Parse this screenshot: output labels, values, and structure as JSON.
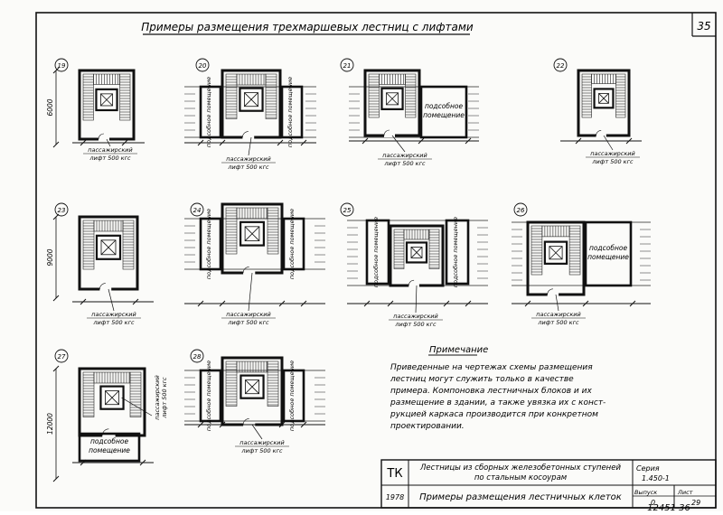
{
  "sheet": {
    "title": "Примеры размещения трехмаршевых лестниц с лифтами",
    "page_number": "35",
    "inventory_number": "12451   36"
  },
  "diagrams": [
    {
      "id": "d19",
      "number": "19",
      "dimension": "6000",
      "caption": [
        "пассажирский",
        "лифт 500 кгс"
      ],
      "rooms": []
    },
    {
      "id": "d20",
      "number": "20",
      "caption": [
        "пассажирский",
        "лифт 500 кгс"
      ],
      "rooms": [
        "подсобное помещение",
        "подсобное помещение"
      ]
    },
    {
      "id": "d21",
      "number": "21",
      "caption": [
        "пассажирский",
        "лифт 500 кгс"
      ],
      "rooms": [
        "подсобное",
        "помещение"
      ]
    },
    {
      "id": "d22",
      "number": "22",
      "caption": [
        "пассажирский",
        "лифт 500 кгс"
      ],
      "rooms": []
    },
    {
      "id": "d23",
      "number": "23",
      "dimension": "9000",
      "caption": [
        "пассажирский",
        "лифт 500 кгс"
      ],
      "rooms": []
    },
    {
      "id": "d24",
      "number": "24",
      "caption": [
        "пассажирский",
        "лифт 500 кгс"
      ],
      "rooms": [
        "подсобное помещение",
        "подсобное помещение"
      ]
    },
    {
      "id": "d25",
      "number": "25",
      "caption": [
        "пассажирский",
        "лифт 500 кгс"
      ],
      "rooms": [
        "подсобное помещение",
        "подсобное помещение"
      ]
    },
    {
      "id": "d26",
      "number": "26",
      "caption": [
        "пассажирский",
        "лифт 500 кгс"
      ],
      "rooms": [
        "подсобное",
        "помещение"
      ]
    },
    {
      "id": "d27",
      "number": "27",
      "dimension": "12000",
      "caption": [
        "пассажирский",
        "лифт 500 кгс"
      ],
      "rooms": [
        "подсобное",
        "помещение"
      ]
    },
    {
      "id": "d28",
      "number": "28",
      "caption": [
        "пассажирский",
        "лифт 500 кгс"
      ],
      "rooms": [
        "подсобное помещение",
        "подсобное помещение"
      ]
    }
  ],
  "note": {
    "heading": "Примечание",
    "lines": [
      "Приведенные на чертежах схемы размещения",
      "лестниц могут служить только в качестве",
      "примера. Компоновка лестничных блоков и их",
      "размещение в здании, а также увязка их с конст-",
      "рукцией каркаса производится при конкретном",
      "проектировании."
    ]
  },
  "title_block": {
    "org": "ТК",
    "year": "1978",
    "subject_line1": "Лестницы из сборных железобетонных ступеней",
    "subject_line2": "по стальным косоурам",
    "sheet_title": "Примеры размещения лестничных клеток",
    "series_label": "Серия",
    "series_value": "1.450-1",
    "issue_label": "Выпуск",
    "issue_value": "0",
    "sheet_label": "Лист",
    "sheet_value": "29"
  }
}
